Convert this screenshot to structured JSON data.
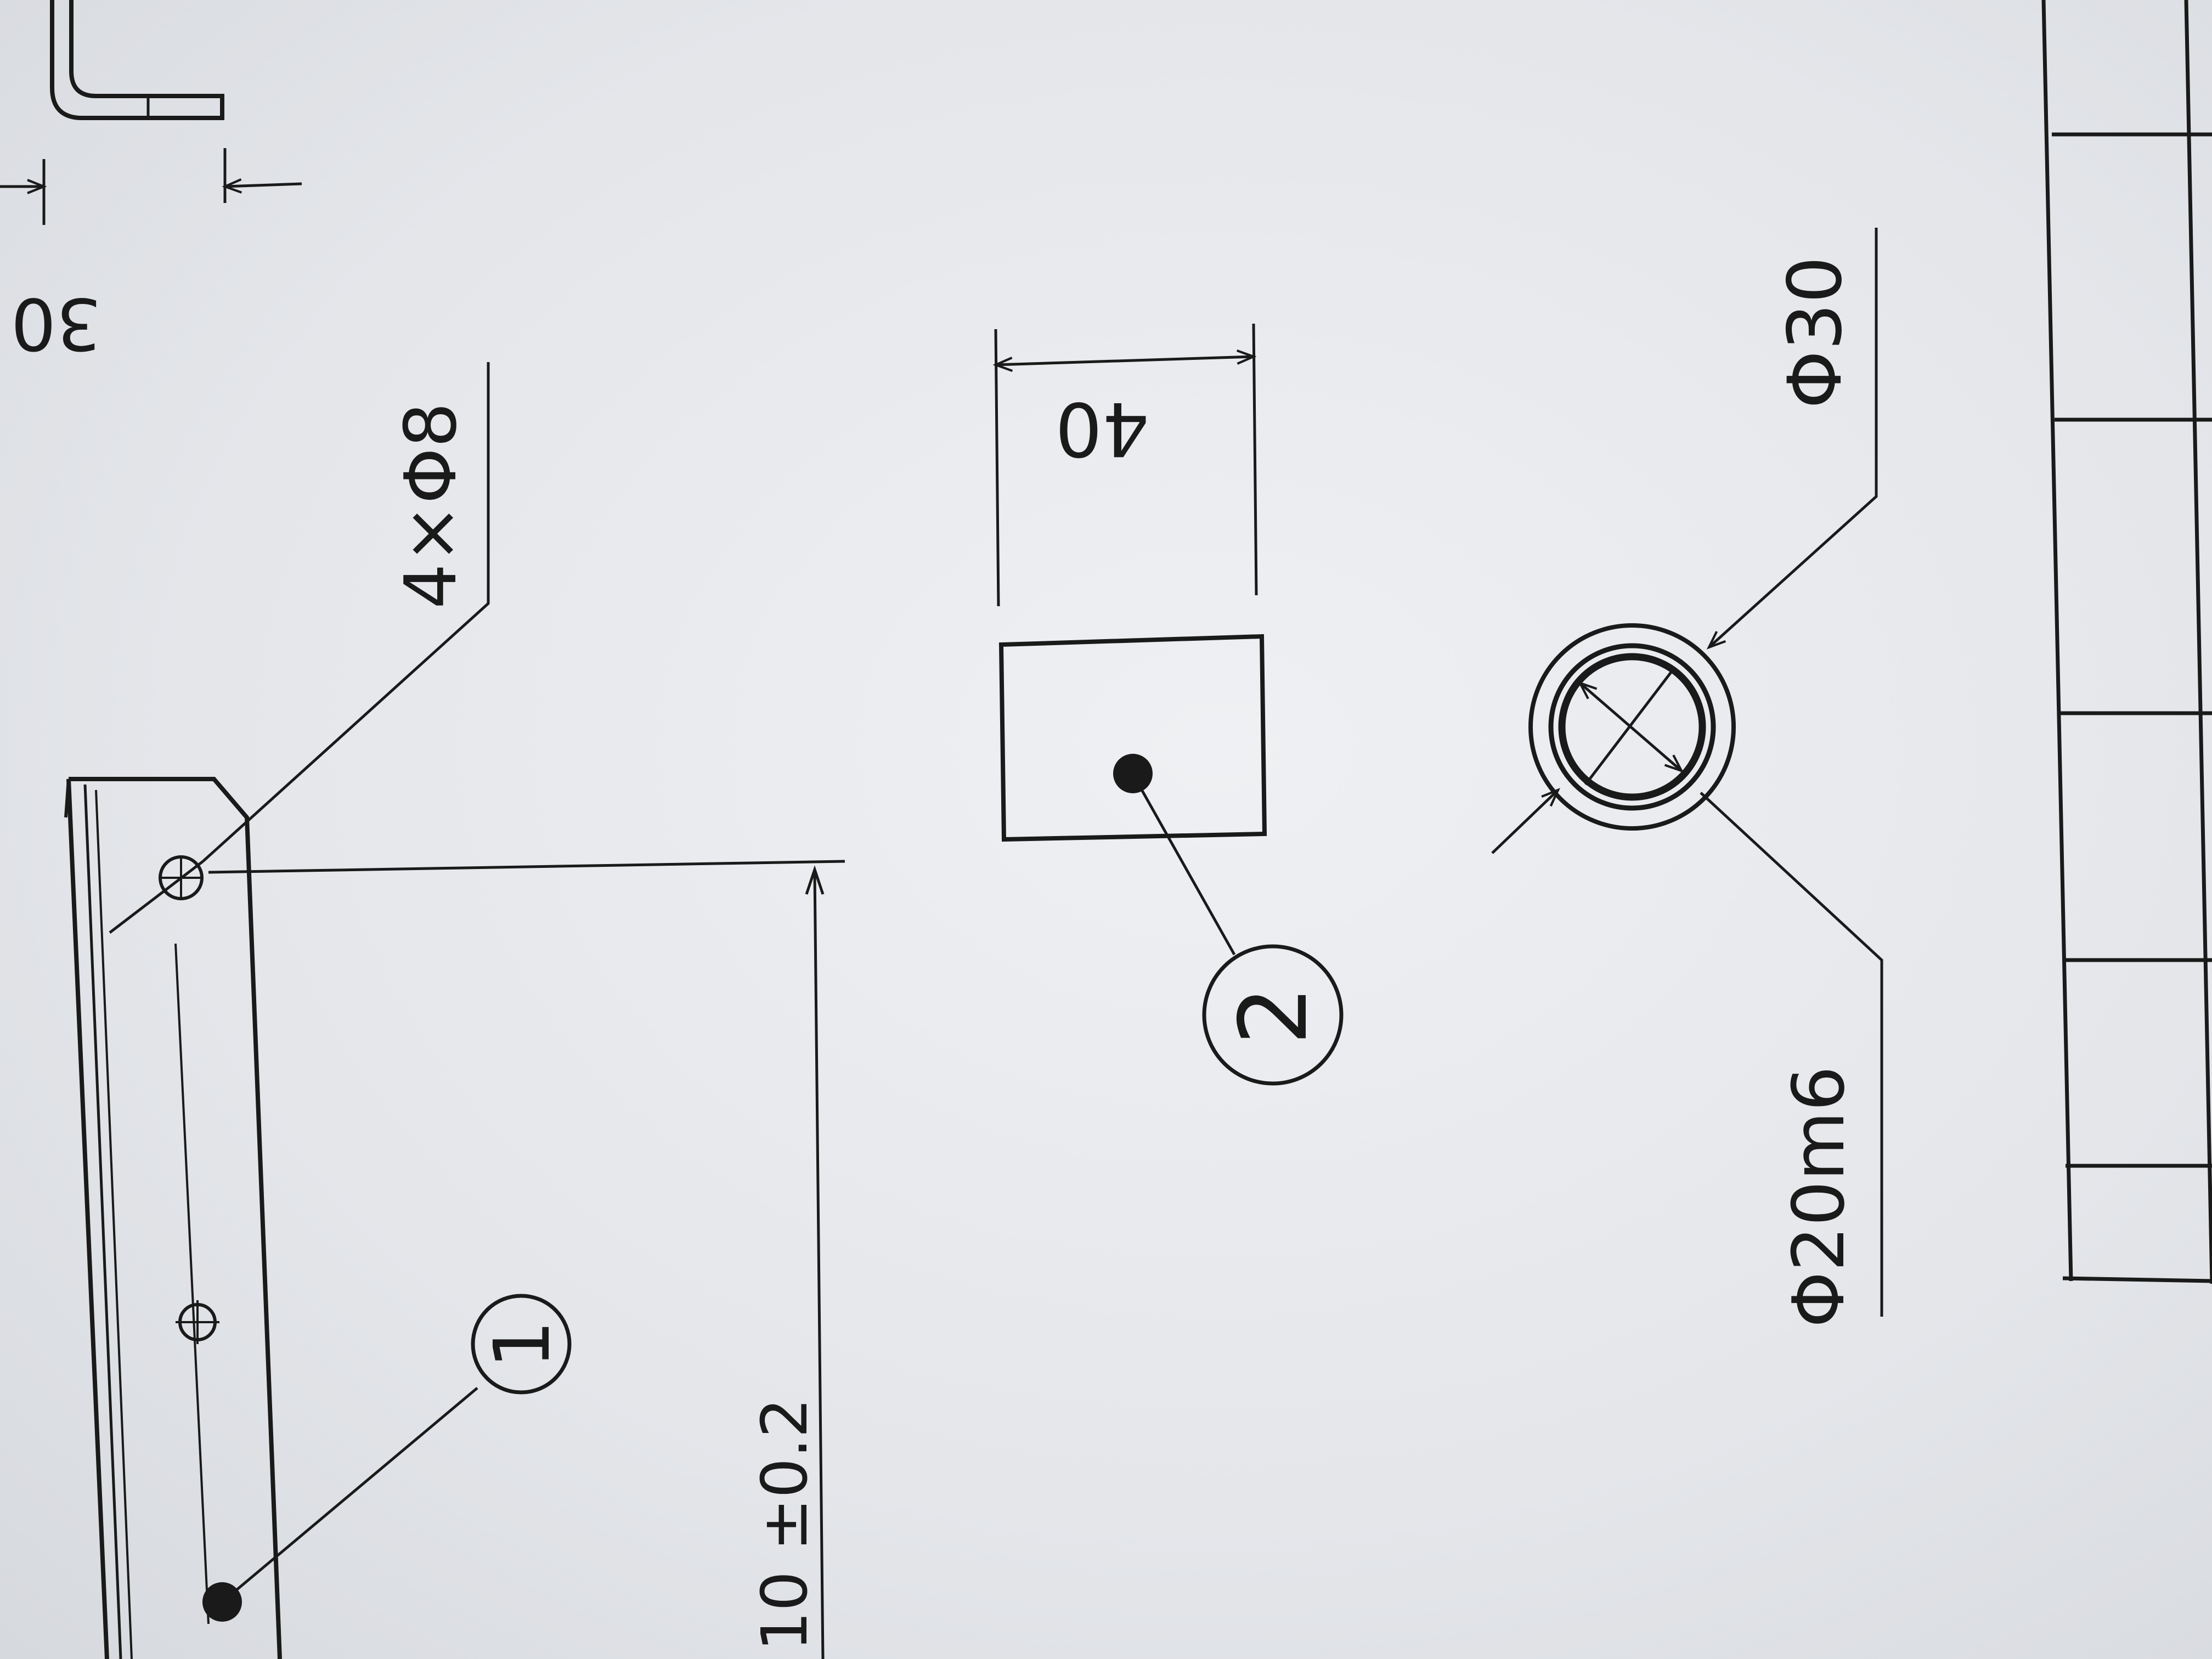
{
  "drawing": {
    "dimensions": {
      "width_30": "30",
      "holes": "4×Φ8",
      "height_40": "40",
      "outer_dia": "Φ30",
      "inner_dia": "Φ20m6",
      "length": "10 ±0.2"
    },
    "balloons": {
      "part_1": "1",
      "part_2": "2"
    },
    "colors": {
      "paper": "#e6e8ec",
      "ink": "#1a1a1a"
    }
  }
}
